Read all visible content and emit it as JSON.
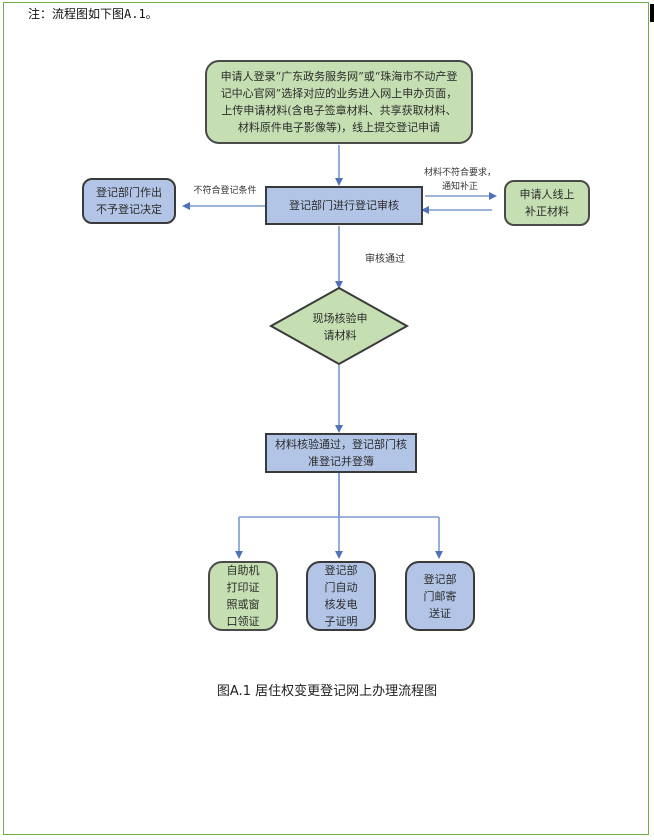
{
  "note": "注：流程图如下图A.1。",
  "nodes": {
    "start": "申请人登录“广东政务服务网”或“珠海市不动产登记中心官网”选择对应的业务进入网上申办页面，上传申请材料(含电子签章材料、共享获取材料、材料原件电子影像等)，线上提交登记申请",
    "review": "登记部门进行登记审核",
    "reject": "登记部门作出不予登记决定",
    "supplement": "申请人线上补正材料",
    "verify": "现场核验申请材料",
    "approve": "材料核验通过，登记部门核准登记并登簿",
    "out1": "自助机打印证照或窗口领证",
    "out2": "登记部门自动核发电子证明",
    "out3": "登记部门邮寄送证"
  },
  "edges": {
    "reject_label": "不符合登记条件",
    "supplement_label_1": "材料不符合要求，",
    "supplement_label_2": "通知补正",
    "pass_label": "审核通过"
  },
  "colors": {
    "green_fill": "#c5dfb2",
    "blue_fill": "#b3c5e6",
    "arrow": "#6f8fc7",
    "frame": "#70ad47"
  },
  "caption": "图A.1 居住权变更登记网上办理流程图"
}
